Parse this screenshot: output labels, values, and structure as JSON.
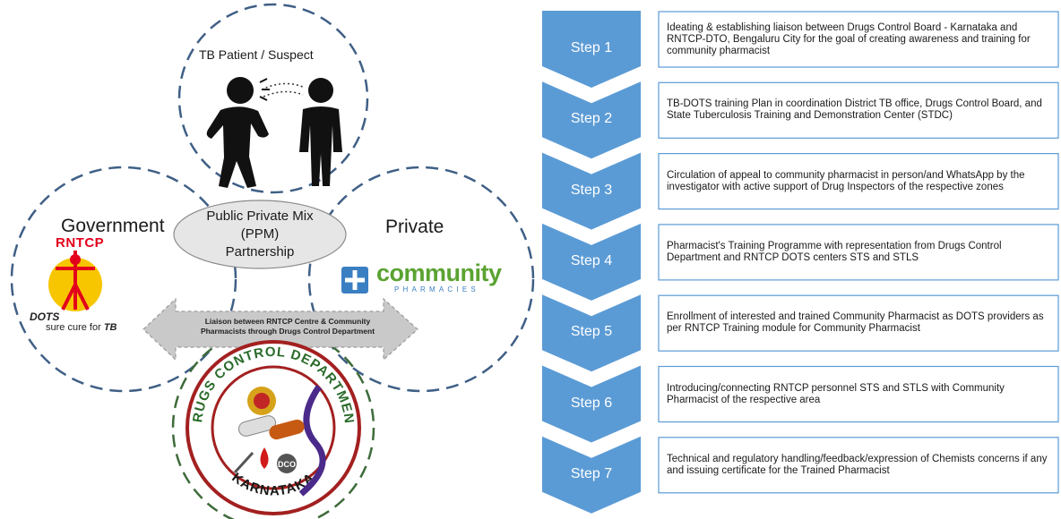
{
  "left": {
    "patient_label": "TB Patient / Suspect",
    "government_label": "Government",
    "private_label": "Private",
    "ppm_line1": "Public Private Mix",
    "ppm_line2": "(PPM)",
    "ppm_line3": "Partnership",
    "rntcp_logo_text": "RNTCP",
    "dots_text": "DOTS",
    "sure_cure_text": "sure cure for ",
    "sure_cure_tb": "TB",
    "community_text": "community",
    "pharmacies_text": "PHARMACIES",
    "liaison_line1": "Liaison between RNTCP Centre & Community",
    "liaison_line2": "Pharmacists through Drugs Control Department",
    "seal_top_text": "DRUGS CONTROL DEPARTMENT",
    "seal_bottom_text": "KARNATAKA",
    "seal_dco_text": "DCO"
  },
  "steps": [
    {
      "label": "Step 1",
      "text": "Ideating & establishing liaison between Drugs Control Board - Karnataka  and RNTCP-DTO, Bengaluru City for the goal of creating awareness and training for community pharmacist"
    },
    {
      "label": "Step 2",
      "text": "TB-DOTS training Plan in coordination  District TB office, Drugs Control Board, and State Tuberculosis  Training and Demonstration Center (STDC)"
    },
    {
      "label": "Step 3",
      "text": "Circulation of appeal to community pharmacist in person/and WhatsApp by the investigator with active support of Drug Inspectors of the respective zones"
    },
    {
      "label": "Step 4",
      "text": "Pharmacist's Training Programme with  representation from Drugs Control Department and RNTCP  DOTS centers STS and STLS"
    },
    {
      "label": "Step 5",
      "text": "Enrollment of interested and trained Community Pharmacist as DOTS providers as per RNTCP  Training  module for Community Pharmacist"
    },
    {
      "label": "Step 6",
      "text": "Introducing/connecting RNTCP personnel STS and STLS with Community Pharmacist of the respective area"
    },
    {
      "label": "Step 7",
      "text": "Technical and regulatory handling/feedback/expression of Chemists concerns if any and issuing  certificate  for the Trained Pharmacist"
    }
  ],
  "colors": {
    "chevron": "#5b9bd5",
    "circle_dash": "#3f5f86",
    "seal_dash": "#3e6b3a",
    "rntcp_red": "#e3001b",
    "community_green": "#5aa332",
    "arrow_gray": "#c9c9c9"
  }
}
